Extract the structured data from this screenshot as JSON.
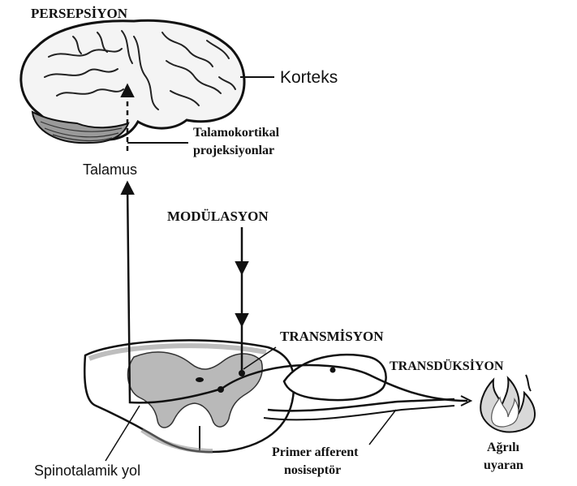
{
  "labels": {
    "perception": "PERSEPSİYON",
    "cortex": "Korteks",
    "thalamocortical_line1": "Talamokortikal",
    "thalamocortical_line2": "projeksiyonlar",
    "thalamus": "Talamus",
    "modulation": "MODÜLASYON",
    "transmission": "TRANSMİSYON",
    "transduction": "TRANSDÜKSİYON",
    "spinothalamic": "Spinotalamik yol",
    "afferent_line1": "Primer afferent",
    "afferent_line2": "nosiseptör",
    "stimulus_line1": "Ağrılı",
    "stimulus_line2": "uyaran"
  }
}
